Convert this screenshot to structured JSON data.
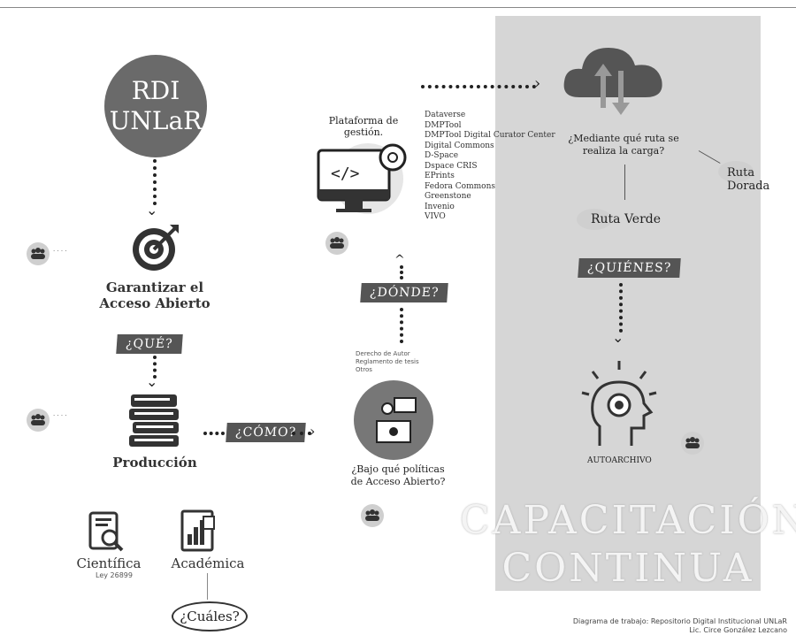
{
  "root": {
    "line1": "RDI",
    "line2": "UNLaR"
  },
  "goal": {
    "line1": "Garantizar el",
    "line2": "Acceso Abierto"
  },
  "questions": {
    "que": "¿QUÉ?",
    "como": "¿CÓMO?",
    "donde": "¿DÓNDE?",
    "quienes": "¿QUIÉNES?"
  },
  "production": "Producción",
  "types": {
    "cientifica": "Científica",
    "ley": "Ley 26899",
    "academica": "Académica"
  },
  "cuales": "¿Cuáles?",
  "policy": {
    "line1": "¿Bajo qué políticas",
    "line2": "de Acceso Abierto?"
  },
  "policy_notes": [
    "Derecho de Autor",
    "Reglamento de tesis",
    "Otros"
  ],
  "platform": {
    "line1": "Plataforma de",
    "line2": "gestión."
  },
  "platform_list": [
    "Dataverse",
    "DMPTool",
    "DMPTool Digital Curator Center",
    "Digital Commons",
    "D-Space",
    "Dspace CRIS",
    "EPrints",
    "Fedora Commons",
    "Greenstone",
    "Invenio",
    "VIVO"
  ],
  "route_question": {
    "line1": "¿Mediante qué ruta se",
    "line2": "realiza la carga?"
  },
  "ruta_dorada": "Ruta Dorada",
  "ruta_verde": "Ruta Verde",
  "autoarchivo": "AUTOARCHIVO",
  "capacitacion": {
    "line1": "CAPACITACIÓN",
    "line2": "CONTINUA"
  },
  "footer": {
    "line1": "Diagrama de trabajo: Repositorio Digital Institucional UNLaR",
    "line2": "Lic. Circe González Lezcano"
  },
  "colors": {
    "dark": "#555555",
    "panel": "#d6d6d6"
  }
}
